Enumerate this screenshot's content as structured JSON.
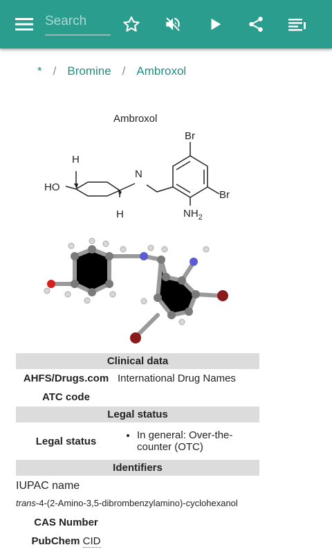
{
  "toolbar": {
    "search_placeholder": "Search",
    "icons": [
      "menu-icon",
      "star-icon",
      "volume-off-icon",
      "play-icon",
      "share-icon",
      "playlist-icon"
    ],
    "accent": "#2a9d8f"
  },
  "breadcrumb": {
    "root": "*",
    "items": [
      "Bromine",
      "Ambroxol"
    ]
  },
  "figure": {
    "title": "Ambroxol",
    "atoms": {
      "br_top": "Br",
      "br_right": "Br",
      "h_top": "H",
      "h_bottom": "H",
      "n": "N",
      "ho": "HO",
      "nh": "NH",
      "nh_sub": "2"
    }
  },
  "infobox": {
    "clinical_header": "Clinical data",
    "ahfs_label": "AHFS/Drugs.com",
    "ahfs_value": "International Drug Names",
    "atc_label": "ATC code",
    "legal_header": "Legal status",
    "legal_label": "Legal status",
    "legal_value": "In general: Over-the-counter (OTC)",
    "identifiers_header": "Identifiers",
    "iupac_label": "IUPAC name",
    "iupac_prefix": "trans",
    "iupac_rest": "-4-(2-Amino-3,5-dibrombenzylamino)-cyclohexanol",
    "cas_label": "CAS Number",
    "pubchem_label": "PubChem",
    "pubchem_cid": "CID"
  }
}
